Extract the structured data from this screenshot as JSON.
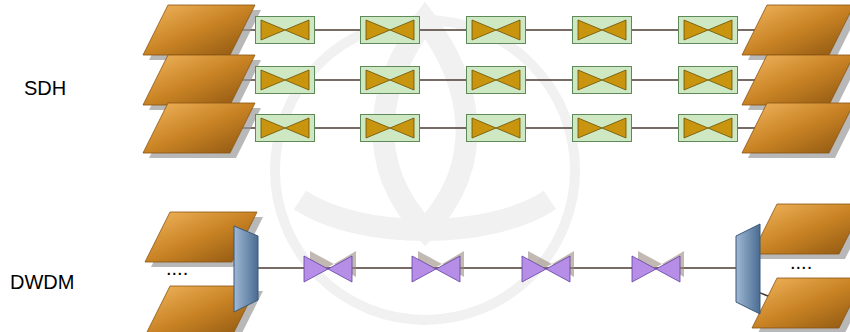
{
  "diagram": {
    "labels": [
      "SDH",
      "DWDM",
      "....",
      "...."
    ]
  }
}
